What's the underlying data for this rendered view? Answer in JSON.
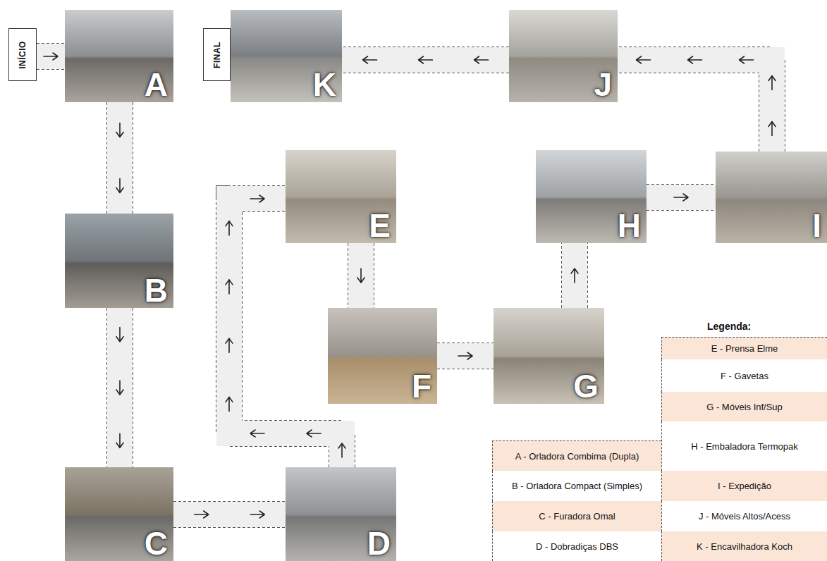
{
  "diagram": {
    "nodes": [
      {
        "text": [
          "INÍCIO"
        ]
      },
      {
        "text": [
          "A"
        ]
      },
      {
        "text": [
          "FINAL"
        ]
      },
      {
        "text": [
          "K"
        ]
      },
      {
        "text": [
          "J"
        ]
      },
      {
        "text": [
          "E"
        ]
      },
      {
        "text": [
          "H"
        ]
      },
      {
        "text": [
          "I"
        ]
      },
      {
        "text": [
          "B"
        ]
      },
      {
        "text": [
          "F"
        ]
      },
      {
        "text": [
          "G"
        ]
      },
      {
        "text": [
          "C"
        ]
      },
      {
        "text": [
          "D"
        ]
      }
    ],
    "edges": [
      {
        "from": 0,
        "to": 1,
        "arrow": "to"
      },
      {
        "from": 1,
        "to": 8,
        "arrow": "to"
      },
      {
        "from": 8,
        "to": 11,
        "arrow": "to"
      },
      {
        "from": 11,
        "to": 12,
        "arrow": "to"
      },
      {
        "from": 12,
        "to": 5,
        "arrow": "to"
      },
      {
        "from": 5,
        "to": 9,
        "arrow": "to"
      },
      {
        "from": 9,
        "to": 10,
        "arrow": "to"
      },
      {
        "from": 10,
        "to": 6,
        "arrow": "to"
      },
      {
        "from": 6,
        "to": 7,
        "arrow": "to"
      },
      {
        "from": 7,
        "to": 4,
        "arrow": "to"
      },
      {
        "from": 4,
        "to": 3,
        "arrow": "to"
      }
    ],
    "labels": [
      "Legenda:"
    ],
    "legend": [
      {
        "text": "A - Orladora Combima (Dupla)"
      },
      {
        "text": "B - Orladora Compact (Simples)"
      },
      {
        "text": "C - Furadora Omal"
      },
      {
        "text": "D - Dobradiças DBS"
      },
      {
        "text": "E - Prensa Elme"
      },
      {
        "text": "F - Gavetas"
      },
      {
        "text": "G - Móveis Inf/Sup"
      },
      {
        "text": "H - Embaladora Termopak"
      },
      {
        "text": "I - Expedição"
      },
      {
        "text": "J - Móveis Altos/Acess"
      },
      {
        "text": "K - Encavilhadora Koch"
      }
    ]
  }
}
